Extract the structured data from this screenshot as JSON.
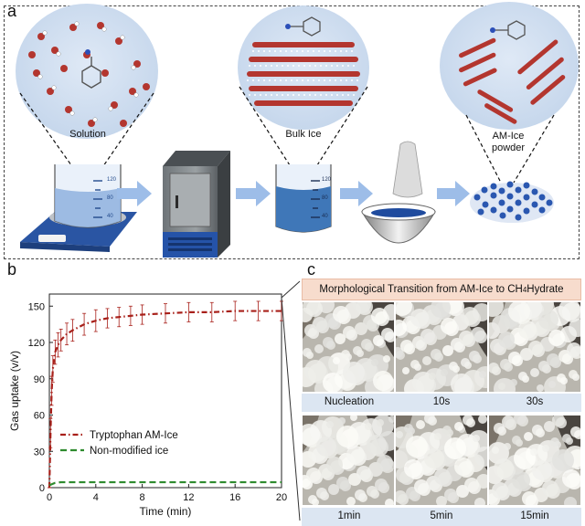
{
  "figure": {
    "panel_a": {
      "letter": "a",
      "labels": {
        "solution": "Solution",
        "bulk_ice": "Bulk Ice",
        "am_ice_line1": "AM-Ice",
        "am_ice_line2": "powder"
      },
      "beaker_marks": [
        "120",
        "80",
        "40"
      ],
      "beaker2_marks": [
        "120",
        "80",
        "40"
      ]
    },
    "panel_b": {
      "letter": "b"
    },
    "panel_c": {
      "letter": "c",
      "banner_prefix": "Morphological Transition from AM-Ice to CH",
      "banner_sub": "4",
      "banner_suffix": " Hydrate",
      "captions_row1": [
        "Nucleation",
        "10s",
        "30s"
      ],
      "captions_row2": [
        "1min",
        "5min",
        "15min"
      ]
    }
  },
  "chart_data": {
    "type": "line",
    "title": "",
    "xlabel": "Time (min)",
    "ylabel": "Gas uptake (v/v)",
    "xlim": [
      0,
      20
    ],
    "ylim": [
      0,
      160
    ],
    "xticks": [
      "0",
      "4",
      "8",
      "12",
      "16",
      "20"
    ],
    "yticks": [
      "0",
      "30",
      "60",
      "90",
      "120",
      "150"
    ],
    "legend_position": "bottom-left",
    "series": [
      {
        "name": "Tryptophan AM-Ice",
        "color": "#a8201a",
        "style": "dash-dot",
        "error_bars": true,
        "x": [
          0,
          0.1,
          0.2,
          0.3,
          0.5,
          0.75,
          1,
          1.5,
          2,
          3,
          4,
          5,
          6,
          7,
          8,
          10,
          12,
          14,
          16,
          18,
          20
        ],
        "y": [
          0,
          45,
          80,
          98,
          112,
          118,
          122,
          127,
          130,
          135,
          138,
          140,
          141,
          142,
          143,
          144,
          145,
          145,
          146,
          146,
          146
        ],
        "err": [
          0,
          12,
          12,
          11,
          10,
          10,
          9,
          9,
          9,
          9,
          9,
          8,
          8,
          8,
          8,
          8,
          8,
          8,
          8,
          8,
          8
        ]
      },
      {
        "name": "Non-modified ice",
        "color": "#2e8b2e",
        "style": "dash",
        "error_bars": false,
        "x": [
          0,
          0.5,
          1,
          2,
          4,
          8,
          12,
          16,
          20
        ],
        "y": [
          2,
          4,
          4.5,
          4.5,
          4.5,
          4.5,
          4.5,
          4.5,
          4.5
        ]
      }
    ]
  }
}
